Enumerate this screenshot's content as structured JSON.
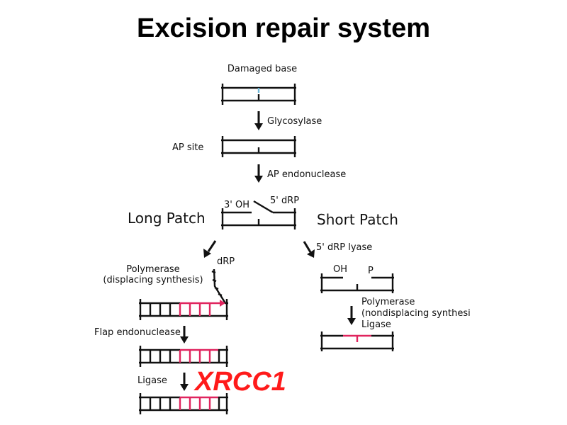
{
  "title": "Excision repair system",
  "labels": {
    "damaged_base": "Damaged base",
    "glycosylase": "Glycosylase",
    "ap_site": "AP site",
    "ap_endonuclease": "AP endonuclease",
    "oh_3": "3' OH",
    "drp_5": "5' dRP",
    "long_patch": "Long Patch",
    "short_patch": "Short Patch",
    "drp_lyase": "5' dRP lyase",
    "drp": "dRP",
    "polymerase_long_1": "Polymerase",
    "polymerase_long_2": "(displacing synthesis)",
    "oh": "OH",
    "p": "P",
    "polymerase_short_1": "Polymerase",
    "polymerase_short_2": "(nondisplacing synthesi",
    "ligase_short": "Ligase",
    "flap_endonuclease": "Flap endonuclease",
    "ligase_long": "Ligase",
    "xrcc1": "XRCC1"
  },
  "colors": {
    "strand": "#111111",
    "repair_patch": "#e0245e",
    "damaged_base": "#6fb7d6",
    "highlight": "#ff1a1a"
  }
}
